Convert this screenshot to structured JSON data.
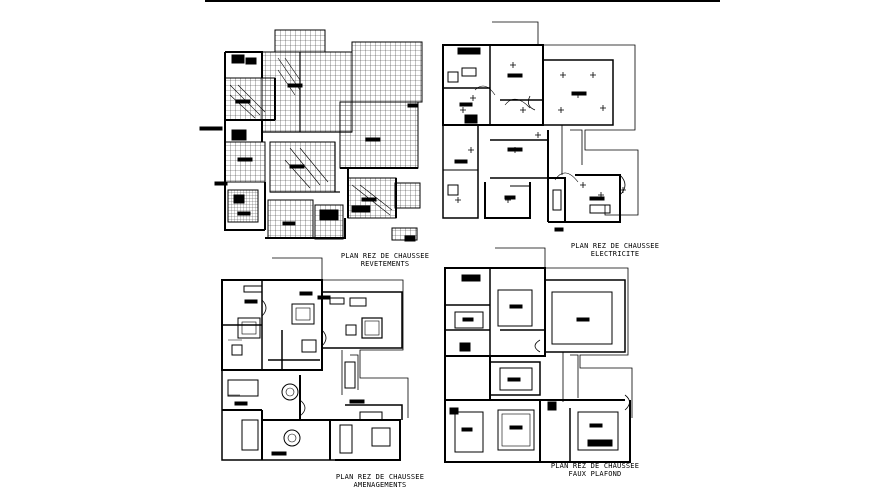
{
  "plans": {
    "revetements": {
      "line1": "PLAN REZ DE CHAUSSEE",
      "line2": "REVETEMENTS"
    },
    "electricite": {
      "line1": "PLAN REZ DE CHAUSSEE",
      "line2": "ELECTRICITE"
    },
    "amenagements": {
      "line1": "PLAN REZ DE CHAUSSEE",
      "line2": "AMENAGEMENTS"
    },
    "faux_plafond": {
      "line1": "PLAN REZ DE CHAUSSEE",
      "line2": "FAUX PLAFOND"
    }
  },
  "colors": {
    "ink": "#000000",
    "paper": "#ffffff",
    "hatch": "#555555"
  }
}
